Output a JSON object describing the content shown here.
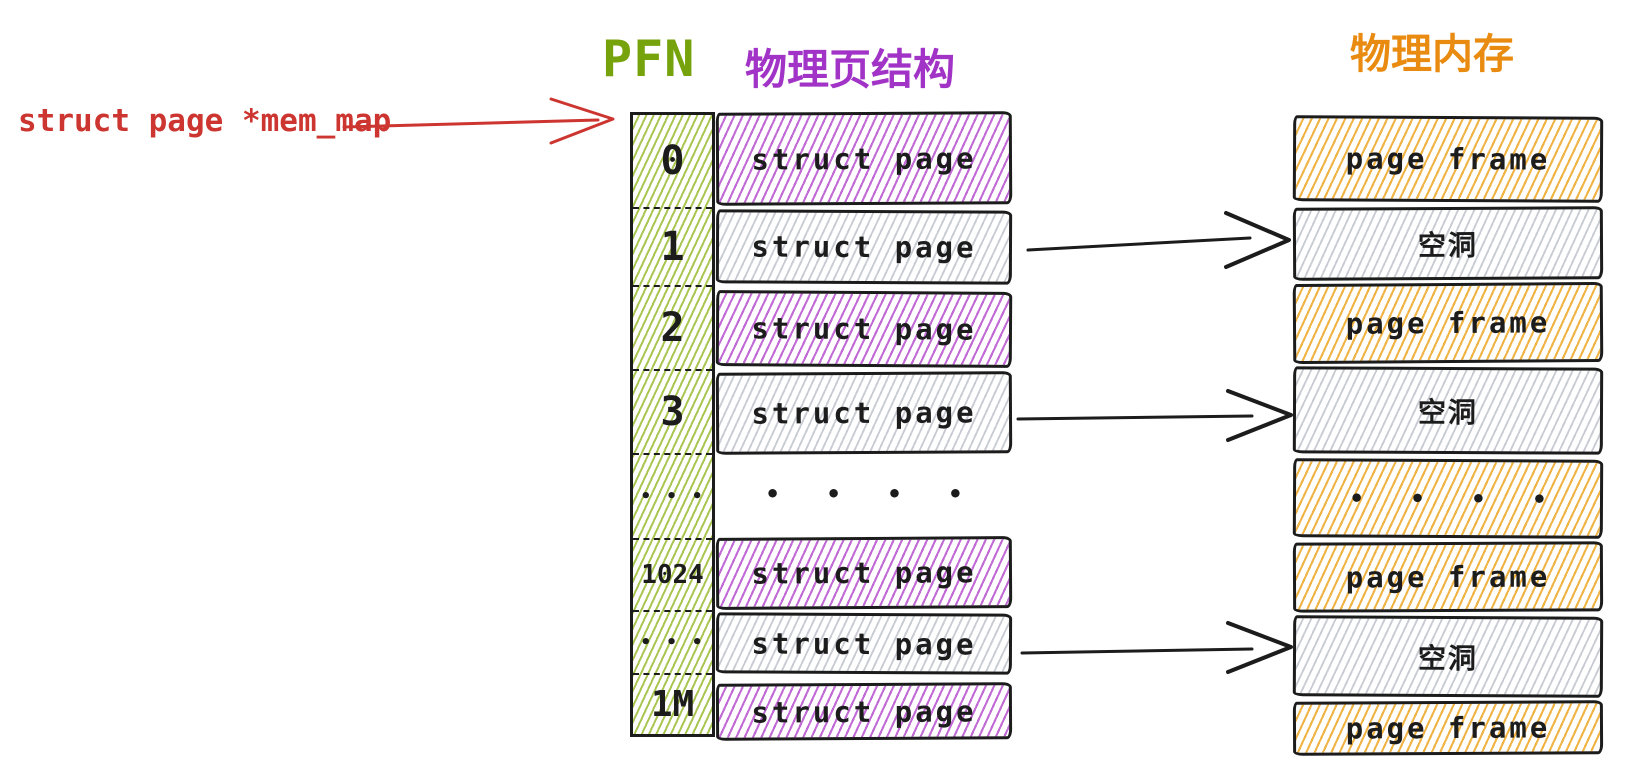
{
  "headers": {
    "pfn": {
      "text": "PFN",
      "color": "#76a30b"
    },
    "page_struct": {
      "text": "物理页结构",
      "color": "#a134c7"
    },
    "physical_memory": {
      "text": "物理内存",
      "color": "#e98b10"
    }
  },
  "pointer": {
    "text": "struct page *mem_map",
    "color": "#cc3530"
  },
  "pfn_column": {
    "values": [
      "0",
      "1",
      "2",
      "3",
      "• • •",
      "1024",
      "• • •",
      "1M"
    ]
  },
  "page_struct_column": {
    "rows": [
      {
        "text": "struct page",
        "style": "purple"
      },
      {
        "text": "struct page",
        "style": "gray"
      },
      {
        "text": "struct page",
        "style": "purple"
      },
      {
        "text": "struct page",
        "style": "gray"
      },
      {
        "text": "• • • •",
        "style": "dots"
      },
      {
        "text": "struct page",
        "style": "purple"
      },
      {
        "text": "struct page",
        "style": "gray"
      },
      {
        "text": "struct page",
        "style": "purple"
      }
    ]
  },
  "memory_column": {
    "rows": [
      {
        "text": "page frame",
        "style": "orange"
      },
      {
        "text": "空洞",
        "style": "gray"
      },
      {
        "text": "page frame",
        "style": "orange"
      },
      {
        "text": "空洞",
        "style": "gray"
      },
      {
        "text": "• • • •",
        "style": "orange-dots"
      },
      {
        "text": "page frame",
        "style": "orange"
      },
      {
        "text": "空洞",
        "style": "gray"
      },
      {
        "text": "page frame",
        "style": "orange"
      }
    ]
  },
  "arrows": {
    "mem_map_pointer": {
      "from": "struct page *mem_map",
      "to": "PFN 0",
      "color": "#cc3530"
    },
    "mappings": [
      {
        "from": "struct page (PFN 1)",
        "to": "空洞 1"
      },
      {
        "from": "struct page (PFN 3)",
        "to": "空洞 2"
      },
      {
        "from": "struct page (PFN ...)",
        "to": "空洞 3"
      }
    ]
  },
  "colors": {
    "green_label": "#76a30b",
    "green_hatch": "#a9c552",
    "purple_label": "#a134c7",
    "purple_hatch": "#c26bd6",
    "orange_label": "#e98b10",
    "orange_hatch": "#f0b446",
    "gray_hatch": "#c9ccd2",
    "ink": "#1c1c1c",
    "red": "#cc3530"
  }
}
